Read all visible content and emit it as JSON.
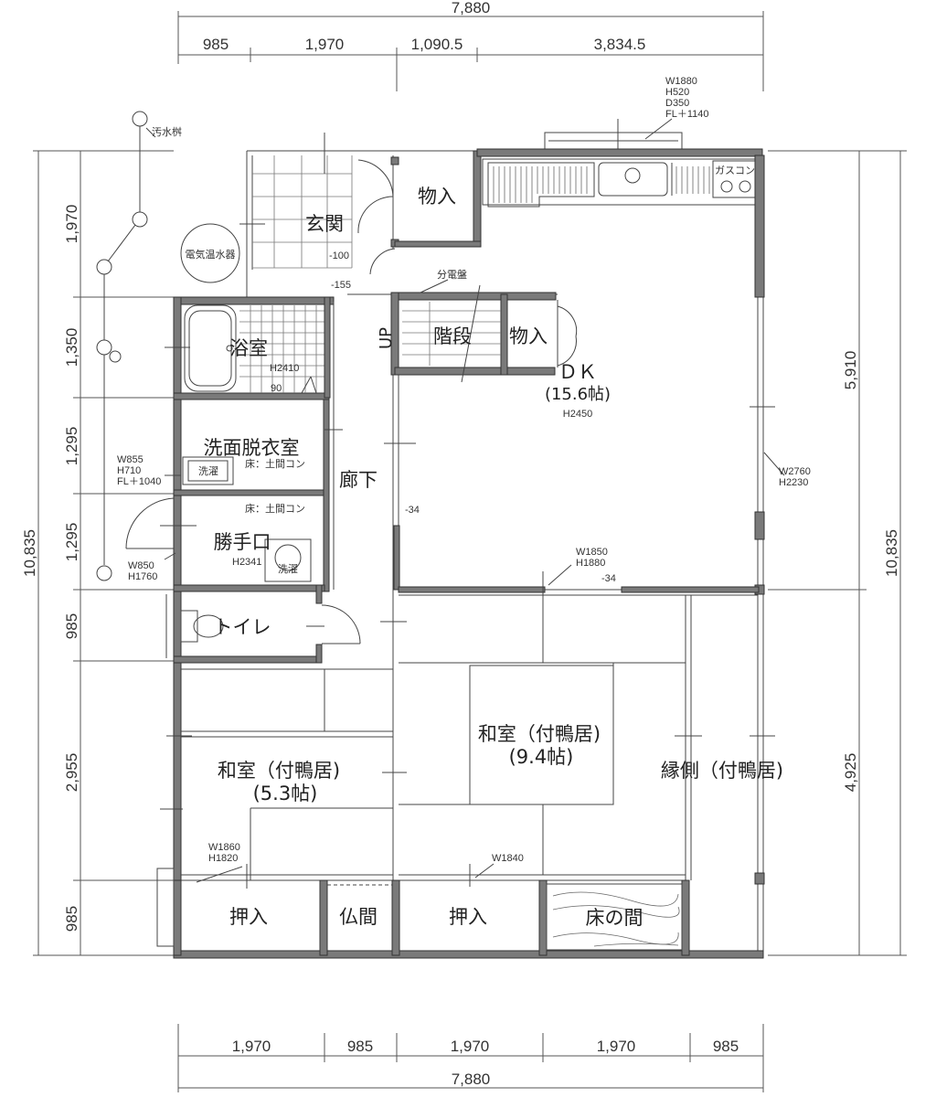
{
  "dimensions": {
    "top_total": "7,880",
    "top_parts": [
      "985",
      "1,970",
      "1,090.5",
      "3,834.5"
    ],
    "bottom_parts": [
      "1,970",
      "985",
      "1,970",
      "1,970",
      "985"
    ],
    "bottom_total": "7,880",
    "left_total": "10,835",
    "left_parts": [
      "1,970",
      "1,350",
      "1,295",
      "1,295",
      "985",
      "2,955",
      "985"
    ],
    "right_total": "10,835",
    "right_parts": [
      "5,910",
      "4,925"
    ]
  },
  "rooms": {
    "storage_entrance": "物入",
    "entrance": "玄関",
    "bath": "浴室",
    "stairs": "階段",
    "storage_stairs": "物入",
    "dk_name": "ＤＫ",
    "dk_size": "(15.6帖)",
    "washroom": "洗面脱衣室",
    "corridor": "廊下",
    "service_door": "勝手口",
    "toilet": "トイレ",
    "washitsu_large_name": "和室（付鴨居)",
    "washitsu_large_size": "(9.4帖)",
    "engawa": "縁側（付鴨居)",
    "washitsu_small_name": "和室（付鴨居)",
    "washitsu_small_size": "(5.3帖)",
    "oshiire_1": "押入",
    "butsuma": "仏間",
    "oshiire_2": "押入",
    "tokonoma": "床の間"
  },
  "annotations": {
    "sewage_basin": "汚水桝",
    "water_heater": "電気温水器",
    "panel": "分電盤",
    "stairs_up": "UP",
    "gas_stove": "ガスコンロ",
    "kitchen_spec": [
      "W1880",
      "H520",
      "D350",
      "FL＋1140"
    ],
    "level_entrance": "-100",
    "level_hall": "-155",
    "bath_height": "H2410",
    "bath_step": "90",
    "dk_height": "H2450",
    "window_wash": [
      "W855",
      "H710",
      "FL＋1040"
    ],
    "floor_wash": "床：土間コン",
    "floor_service": "床：土間コン",
    "washer_1": "洗濯",
    "service_height": "H2341",
    "washer_2": "洗濯",
    "door_service": [
      "W850",
      "H1760"
    ],
    "dk_level": "-34",
    "opening_dk": [
      "W1850",
      "H1880"
    ],
    "opening_dk_level": "-34",
    "window_right": [
      "W2760",
      "H2230"
    ],
    "opening_small": [
      "W1860",
      "H1820"
    ],
    "opening_large": [
      "W1840"
    ]
  }
}
